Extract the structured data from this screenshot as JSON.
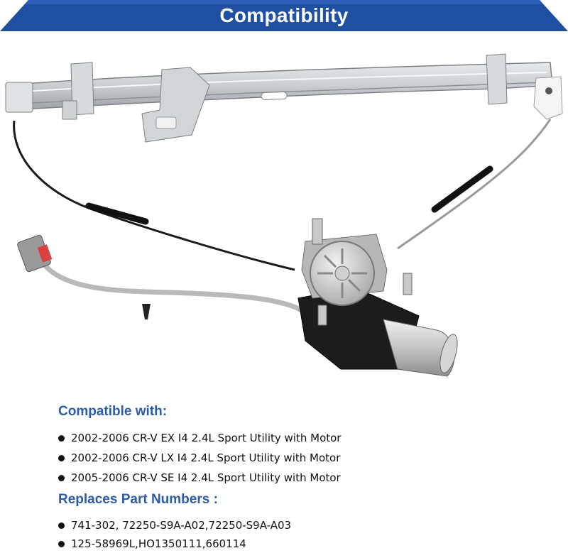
{
  "banner": {
    "title": "Compatibility",
    "color": "#1f4fa0"
  },
  "compatible": {
    "heading": "Compatible with:",
    "items": [
      "2002-2006 CR-V EX I4 2.4L Sport Utility with Motor",
      "2002-2006 CR-V LX I4 2.4L Sport Utility with Motor",
      "2005-2006 CR-V SE I4 2.4L Sport Utility with Motor"
    ]
  },
  "replaces": {
    "heading": "Replaces Part Numbers :",
    "items": [
      "741-302, 72250-S9A-A02,72250-S9A-A03",
      "125-58969L,HO1350111,660114"
    ]
  },
  "accent_color": "#2b5caa"
}
